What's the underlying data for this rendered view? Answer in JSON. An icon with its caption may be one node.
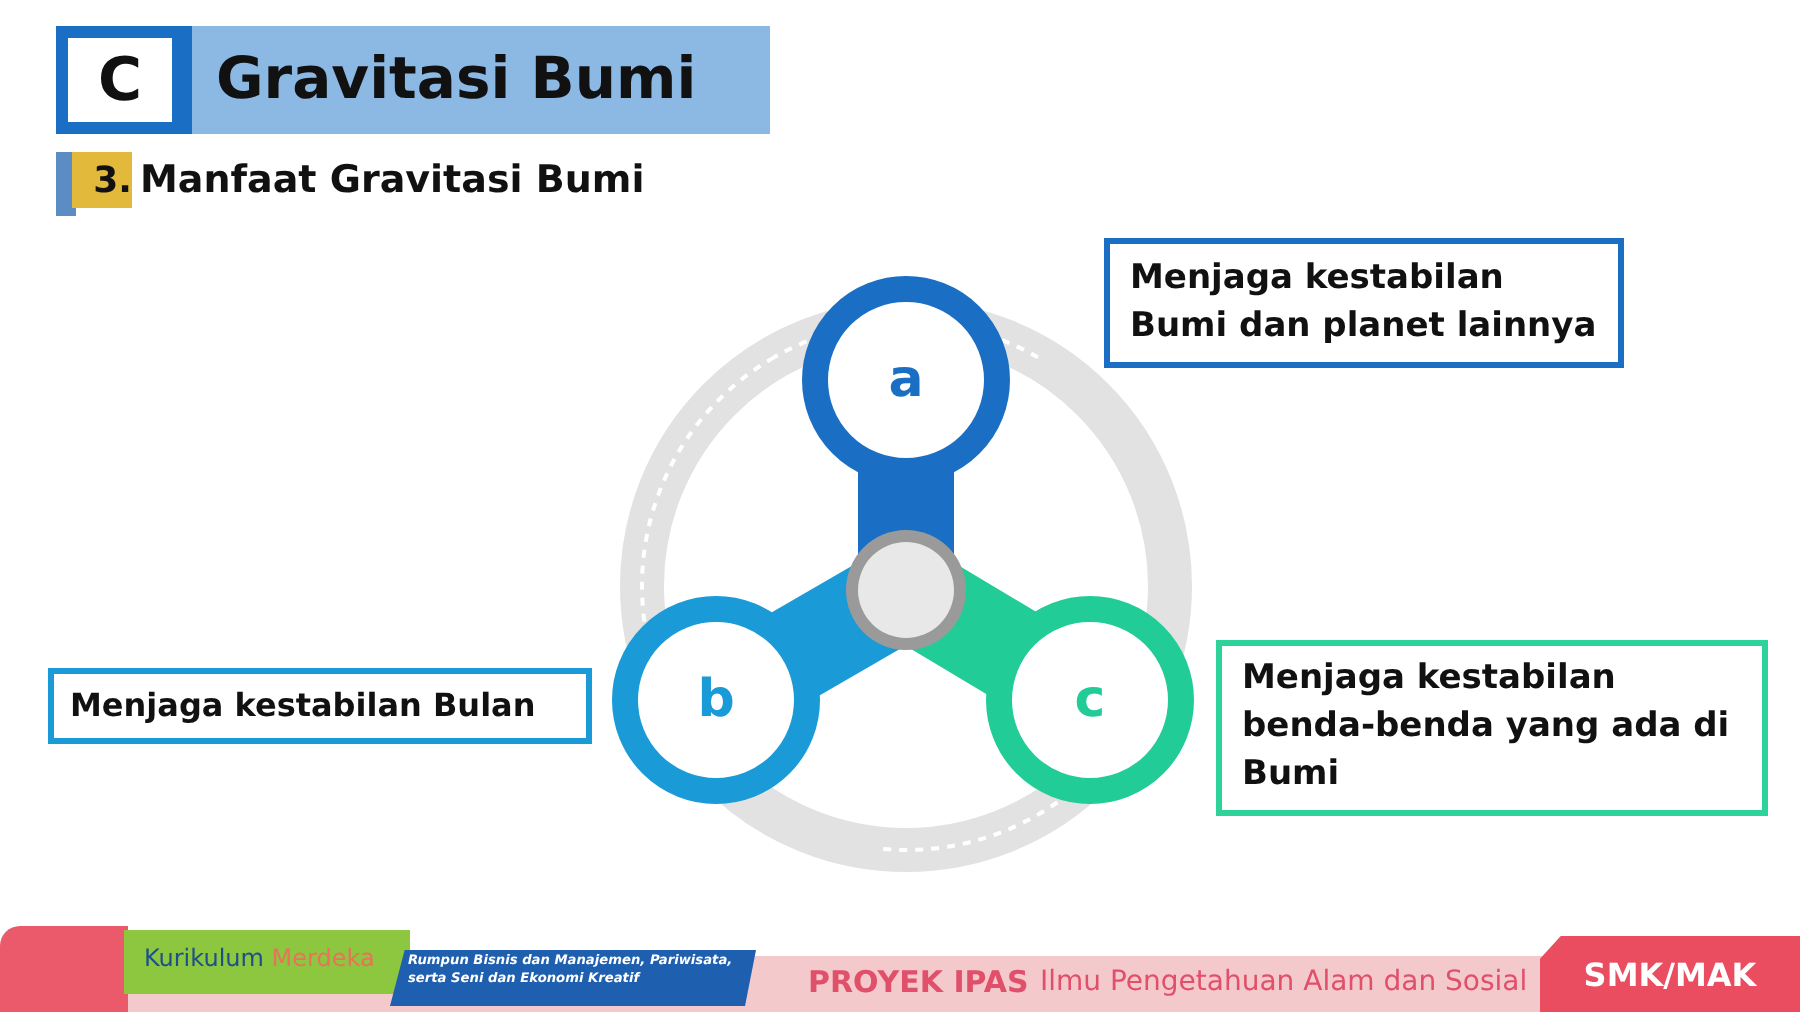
{
  "diagram": {
    "title": "Gravitasi Bumi",
    "nodes": [
      {
        "text": [
          "a"
        ]
      },
      {
        "text": [
          "b"
        ]
      },
      {
        "text": [
          "c"
        ]
      },
      {
        "text": [
          "Menjaga kestabilan Bumi dan planet lainnya"
        ]
      },
      {
        "text": [
          "Menjaga kestabilan Bulan"
        ]
      },
      {
        "text": [
          "Menjaga kestabilan benda-benda yang ada di Bumi"
        ]
      }
    ],
    "labels": [
      "C",
      "3.",
      "Manfaat Gravitasi Bumi",
      "Kurikulum",
      "Merdeka",
      "Rumpun Bisnis dan Manajemen, Pariwisata, serta Seni dan Ekonomi Kreatif",
      "PROYEK IPAS",
      "Ilmu Pengetahuan Alam dan Sosial",
      "SMK/MAK"
    ]
  }
}
